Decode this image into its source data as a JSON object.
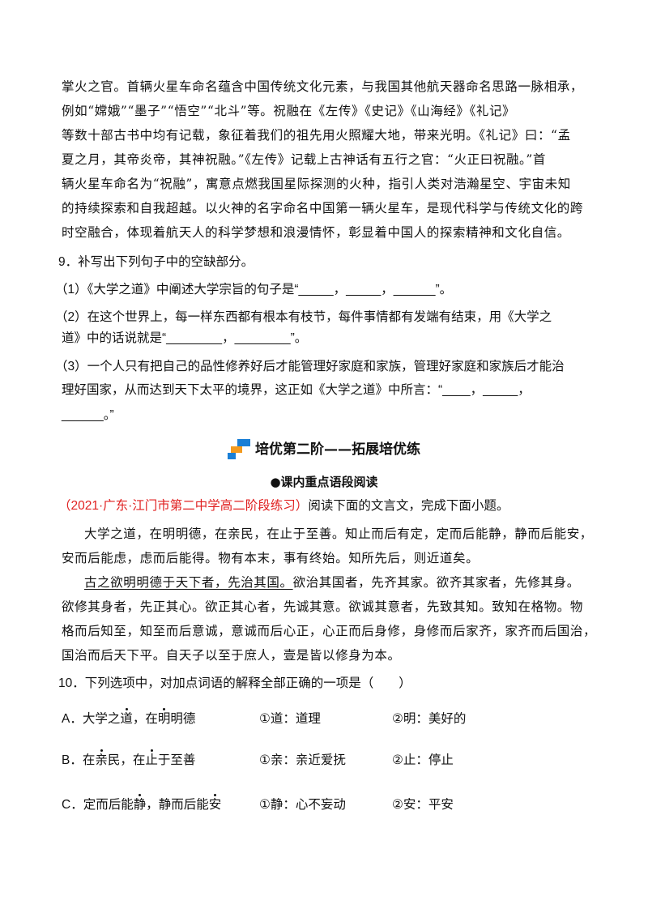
{
  "intro_paragraph": [
    "掌火之官。首辆火星车命名蕴含中国传统文化元素，与我国其他航天器命名思路一脉相承，",
    "例如“嫦娥”“墨子”“悟空”“北斗”等。祝融在《左传》《史记》《山海经》《礼记》",
    "等数十部古书中均有记载，象征着我们的祖先用火照耀大地，带来光明。《礼记》曰：“孟",
    "夏之月，其帝炎帝，其神祝融。”《左传》记载上古神话有五行之官：“火正曰祝融。”首",
    "辆火星车命名为“祝融”，寓意点燃我国星际探测的火种，指引人类对浩瀚星空、宇宙未知",
    "的持续探索和自我超越。以火神的名字命名中国第一辆火星车，是现代科学与传统文化的跨",
    "时空融合，体现着航天人的科学梦想和浪漫情怀，彰显着中国人的探索精神和文化自信。"
  ],
  "q9": {
    "stem": "9．补写出下列句子中的空缺部分。",
    "p1": "（1）《大学之道》中阐述大学宗旨的句子是“_____，_____，______”。",
    "p2a": "（2）在这个世界上，每一样东西都有根本有枝节，每件事情都有发端有结束，用《大学之",
    "p2b": "道》中的话说就是“________，________”。",
    "p3a": "（3）一个人只有把自己的品性修养好后才能管理好家庭和家族，管理好家庭和家族后才能治",
    "p3b": "理好国家，从而达到天下太平的境界，这正如《大学之道》中所言：“____，_____，",
    "p3c": "______。”"
  },
  "section_title": "培优第二阶——拓展培优练",
  "subsection_title": "●课内重点语段阅读",
  "source": {
    "tag": "（2021·广东·江门市第二中学高二阶段练习）",
    "instruction": "阅读下面的文言文，完成下面小题。"
  },
  "passage": {
    "l1": "大学之道，在明明德，在亲民，在止于至善。知止而后有定，定而后能静，静而后能安，",
    "l2": "安而后能虑，虑而后能得。物有本末，事有终始。知所先后，则近道矣。",
    "l3_underlined": "古之欲明明德于天下者，先治其国。",
    "l3_rest": "欲治其国者，先齐其家。欲齐其家者，先修其身。",
    "l4": "欲修其身者，先正其心。欲正其心者，先诚其意。欲诚其意者，先致其知。致知在格物。物",
    "l5": "格而后知至，知至而后意诚，意诚而后心正，心正而后身修，身修而后家齐，家齐而后国治，",
    "l6": "国治而后天下平。自天子以至于庶人，壹是皆以修身为本。"
  },
  "q10": {
    "stem": "10．下列选项中，对加点词语的解释全部正确的一项是（　　）",
    "options": [
      {
        "a_pre": "A．大学之",
        "a_dot": "道",
        "a_mid": "，在",
        "a_dot2": "明",
        "a_post": "明德",
        "e1": "①道：道理",
        "e2": "②明：美好的"
      },
      {
        "a_pre": "B．在",
        "a_dot": "亲",
        "a_mid": "民，在",
        "a_dot2": "止",
        "a_post": "于至善",
        "e1": "①亲：亲近爱抚",
        "e2": "②止：停止"
      },
      {
        "a_pre": "C．定而后能",
        "a_dot": "静",
        "a_mid": "，静而后能",
        "a_dot2": "安",
        "a_post": "",
        "e1": "①静：心不妄动",
        "e2": "②安：平安"
      }
    ]
  }
}
